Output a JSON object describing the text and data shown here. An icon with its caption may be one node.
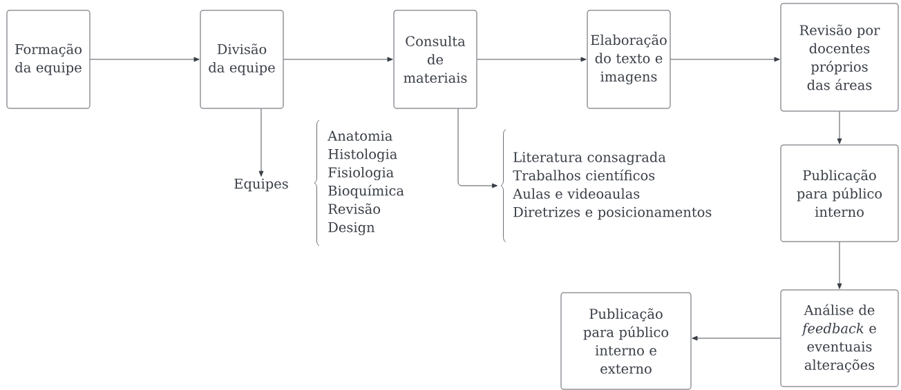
{
  "diagram": {
    "nodes": [
      {
        "text": [
          "Formação da equipe"
        ]
      },
      {
        "text": [
          "Divisão da equipe"
        ]
      },
      {
        "text": [
          "Consulta de materiais"
        ]
      },
      {
        "text": [
          "Elaboração do texto e imagens"
        ]
      },
      {
        "text": [
          "Revisão por docentes próprios das áreas"
        ]
      },
      {
        "text": [
          "Publicação para público interno"
        ]
      },
      {
        "text": [
          "Análise de *feedback* e eventuais alterações"
        ]
      },
      {
        "text": [
          "Publicação para público interno e externo"
        ]
      },
      {
        "text": [
          "Equipes"
        ],
        "beside": [
          "Anatomia",
          "Histologia",
          "Fisiologia",
          "Bioquímica",
          "Revisão",
          "Design"
        ]
      },
      {
        "text": [
          "Literatura consagrada",
          "Trabalhos científicos",
          "Aulas e videoaulas",
          "Diretrizes e posicionamentos"
        ]
      }
    ],
    "edges": [
      {
        "from": 0,
        "to": 1,
        "arrow": "to"
      },
      {
        "from": 1,
        "to": 2,
        "arrow": "to"
      },
      {
        "from": 2,
        "to": 3,
        "arrow": "to"
      },
      {
        "from": 3,
        "to": 4,
        "arrow": "to"
      },
      {
        "from": 4,
        "to": 5,
        "arrow": "to"
      },
      {
        "from": 5,
        "to": 6,
        "arrow": "to"
      },
      {
        "from": 6,
        "to": 7,
        "arrow": "to"
      },
      {
        "from": 1,
        "to": 8,
        "arrow": "to"
      },
      {
        "from": 2,
        "to": 9,
        "arrow": "to"
      }
    ]
  }
}
